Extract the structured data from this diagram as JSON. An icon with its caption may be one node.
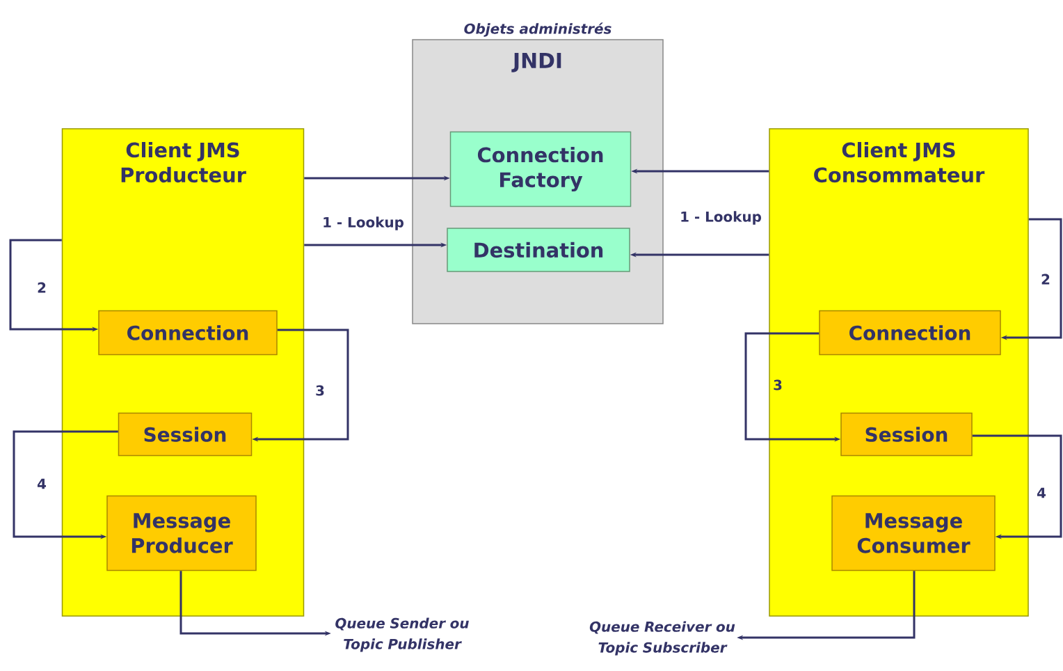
{
  "diagram": {
    "nodes": [
      {
        "text": [
          "JNDI"
        ],
        "beside": [
          "Objets administrés"
        ]
      },
      {
        "text": [
          "Connection Factory"
        ],
        "in": 0
      },
      {
        "text": [
          "Destination"
        ],
        "in": 0
      },
      {
        "text": [
          "Client JMS Producteur"
        ]
      },
      {
        "text": [
          "Connection"
        ],
        "in": 3
      },
      {
        "text": [
          "Session"
        ],
        "in": 3
      },
      {
        "text": [
          "Message Producer"
        ],
        "in": 3
      },
      {
        "text": [
          "Client JMS Consommateur"
        ]
      },
      {
        "text": [
          "Connection"
        ],
        "in": 7
      },
      {
        "text": [
          "Session"
        ],
        "in": 7
      },
      {
        "text": [
          "Message Consumer"
        ],
        "in": 7
      },
      {
        "text": [
          "Queue Sender ou Topic Publisher"
        ]
      },
      {
        "text": [
          "Queue Receiver ou Topic Subscriber"
        ]
      }
    ],
    "edges": [
      {
        "from": 3,
        "to": 1,
        "arrow": "to"
      },
      {
        "from": 3,
        "to": 2,
        "arrow": "to",
        "label": "1 - Lookup"
      },
      {
        "from": 7,
        "to": 1,
        "arrow": "to"
      },
      {
        "from": 7,
        "to": 2,
        "arrow": "to",
        "label": "1 - Lookup"
      },
      {
        "from": 3,
        "to": 4,
        "arrow": "to",
        "label": "2"
      },
      {
        "from": 4,
        "to": 5,
        "arrow": "to",
        "label": "3"
      },
      {
        "from": 5,
        "to": 6,
        "arrow": "to",
        "label": "4"
      },
      {
        "from": 6,
        "to": 11,
        "arrow": "to"
      },
      {
        "from": 7,
        "to": 8,
        "arrow": "to",
        "label": "2"
      },
      {
        "from": 8,
        "to": 9,
        "arrow": "to",
        "label": "3"
      },
      {
        "from": 9,
        "to": 10,
        "arrow": "to",
        "label": "4"
      },
      {
        "from": 10,
        "to": 12,
        "arrow": "to"
      }
    ]
  }
}
